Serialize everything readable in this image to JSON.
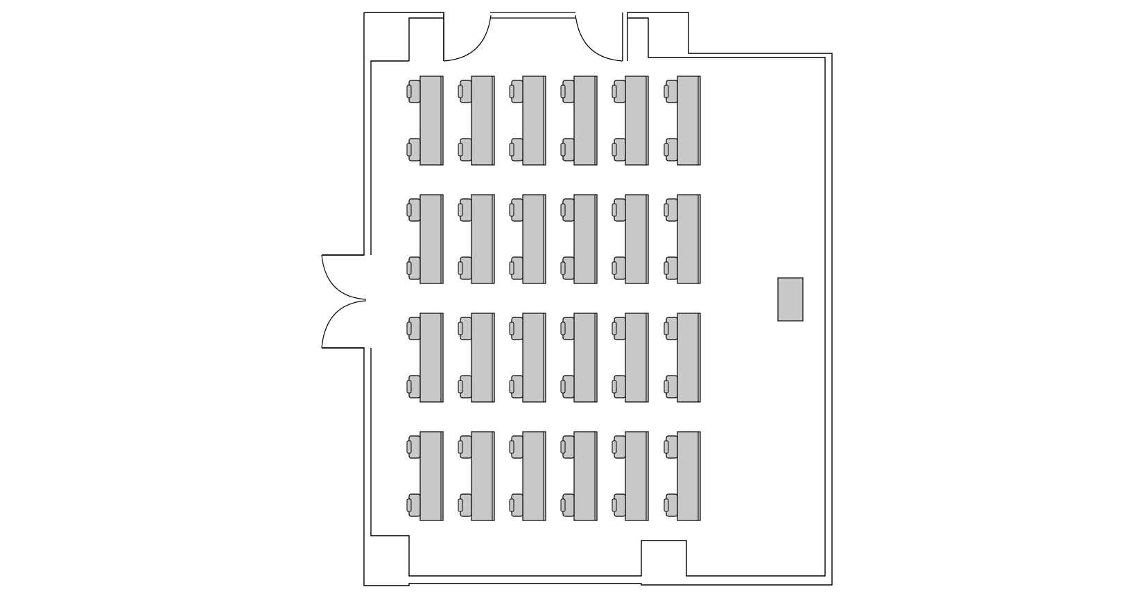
{
  "floor_plan": {
    "fill_color": "#c8c8c8",
    "line_color": "#000000",
    "background_color": "#ffffff",
    "layout": {
      "desk_rows": 4,
      "desk_columns": 6,
      "chairs_per_desk": 2
    },
    "doors": {
      "top_double_door": "double-door",
      "left_double_door": "double-door"
    },
    "lectern": "lectern"
  }
}
